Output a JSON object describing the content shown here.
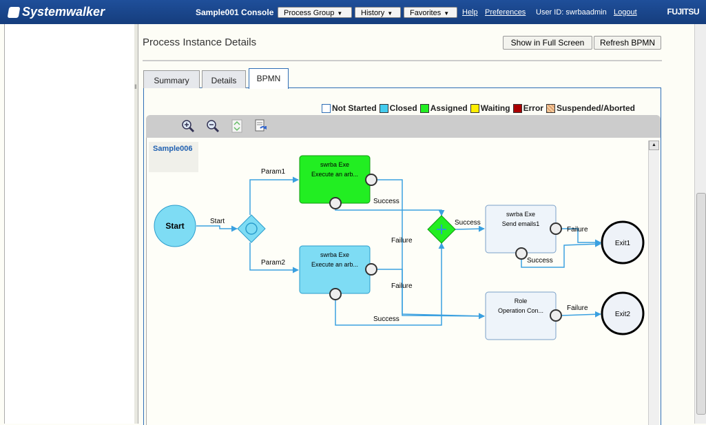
{
  "header": {
    "brand": "Systemwalker",
    "console_title": "Sample001 Console",
    "menus": [
      {
        "label": "Process Group"
      },
      {
        "label": "History"
      },
      {
        "label": "Favorites"
      }
    ],
    "links": {
      "help": "Help",
      "preferences": "Preferences",
      "logout": "Logout"
    },
    "user_id": "User ID: swrbaadmin",
    "vendor": "FUJITSU"
  },
  "page": {
    "title": "Process Instance Details",
    "buttons": {
      "full_screen": "Show in Full Screen",
      "refresh": "Refresh BPMN"
    },
    "tabs": [
      {
        "label": "Summary",
        "active": false
      },
      {
        "label": "Details",
        "active": false
      },
      {
        "label": "BPMN",
        "active": true
      }
    ]
  },
  "legend": [
    {
      "label": "Not Started",
      "color": "#ffffff"
    },
    {
      "label": "Closed",
      "color": "#44ccee"
    },
    {
      "label": "Assigned",
      "color": "#22ee22"
    },
    {
      "label": "Waiting",
      "color": "#ffee00"
    },
    {
      "label": "Error",
      "color": "#aa0000"
    },
    {
      "label": "Suspended/Aborted",
      "color": "#e0a070"
    }
  ],
  "toolbar": {
    "icons": [
      "zoom-in-icon",
      "zoom-out-icon",
      "fit-page-icon",
      "export-icon"
    ]
  },
  "diagram": {
    "process_name": "Sample006",
    "start_label": "Start",
    "exit1": "Exit1",
    "exit2": "Exit2",
    "task1": {
      "line1": "swrba Exe",
      "line2": "Execute an arb...",
      "status": "Assigned"
    },
    "task2": {
      "line1": "swrba Exe",
      "line2": "Execute an arb...",
      "status": "Closed"
    },
    "task3": {
      "line1": "swrba Exe",
      "line2": "Send emails1",
      "status": "Not Started"
    },
    "task4": {
      "line1": "Role",
      "line2": "Operation Con...",
      "status": "Not Started"
    },
    "edges": {
      "start": "Start",
      "param1": "Param1",
      "param2": "Param2",
      "t1_success": "Success",
      "t1_failure": "Failure",
      "t2_failure": "Failure",
      "t2_success": "Success",
      "merge_success": "Success",
      "t3_failure": "Failure",
      "t3_success": "Success",
      "t4_failure": "Failure"
    }
  }
}
